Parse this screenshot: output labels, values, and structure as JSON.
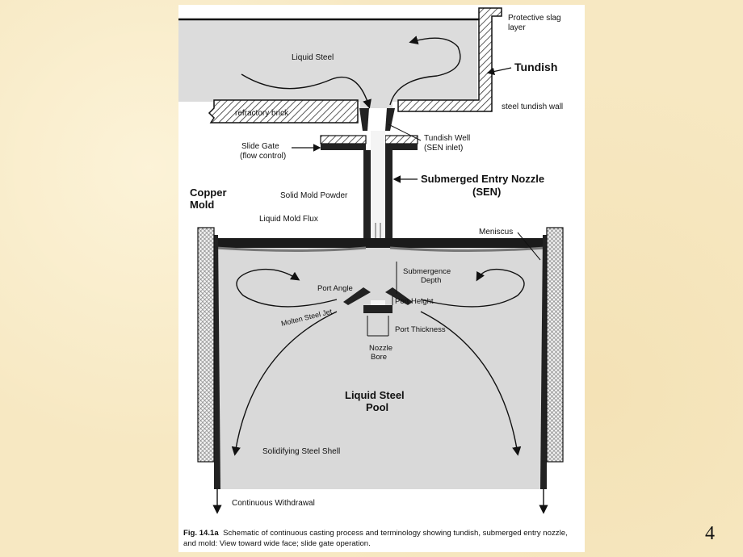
{
  "labels": {
    "slag": "Protective slag",
    "slag2": "layer",
    "tundish": "Tundish",
    "liquid_steel": "Liquid Steel",
    "refractory": "refractory brick",
    "tundish_wall": "steel tundish wall",
    "tundish_well": "Tundish Well",
    "sen_inlet": "(SEN inlet)",
    "slide_gate": "Slide Gate",
    "flow_control": "(flow control)",
    "sen1": "Submerged Entry Nozzle",
    "sen2": "(SEN)",
    "copper1": "Copper",
    "copper2": "Mold",
    "mold_powder": "Solid Mold Powder",
    "mold_flux": "Liquid Mold Flux",
    "meniscus": "Meniscus",
    "submergence1": "Submergence",
    "submergence2": "Depth",
    "port_angle": "Port Angle",
    "port_height": "Port Height",
    "molten_jet": "Molten Steel Jet",
    "port_thickness": "Port Thickness",
    "nozzle_bore1": "Nozzle",
    "nozzle_bore2": "Bore",
    "pool1": "Liquid Steel",
    "pool2": "Pool",
    "shell": "Solidifying Steel Shell",
    "withdrawal": "Continuous Withdrawal"
  },
  "caption": {
    "fig_no": "Fig. 14.1a",
    "text": "Schematic of continuous casting process and terminology showing tundish, submerged entry nozzle, and mold: View toward wide face; slide gate operation."
  },
  "page_number": "4"
}
